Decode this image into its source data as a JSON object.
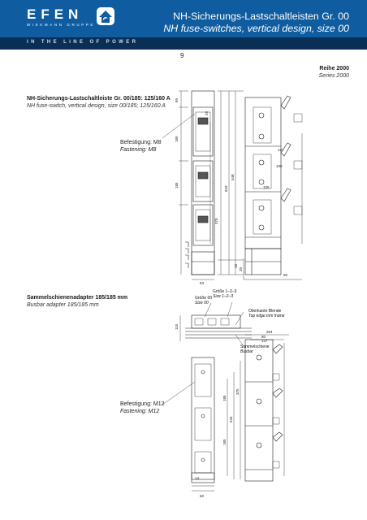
{
  "header": {
    "logo_text": "EFEN",
    "logo_subtext": "WIEKMANN GRUPPE",
    "title_de": "NH-Sicherungs-Lastschaltleisten Gr. 00",
    "title_en": "NH fuse-switches, vertical design, size 00",
    "tagline": "IN THE LINE OF POWER"
  },
  "page_number": "9",
  "series": {
    "de": "Reihe 2000",
    "en": "Series 2000"
  },
  "section1": {
    "heading_de": "NH-Sicherungs-Lastschaltleiste Gr. 00/185: 125/160 A",
    "heading_en": "NH fuse-switch, vertical design, size 00/185; 125/160 A",
    "fastening_de": "Befestigung: M8",
    "fastening_en": "Fastening: M8",
    "dims": {
      "top": "69",
      "d185a": "185",
      "d185b": "185",
      "d370": "370",
      "d548": "548",
      "d619": "619",
      "d127": "127",
      "d100": "100",
      "d29": "29",
      "d53": "53",
      "d95": "95",
      "d126": "126",
      "d10": "10",
      "d20": "20"
    }
  },
  "section2": {
    "heading_de": "Sammelschienenadapter 185/185 mm",
    "heading_en": "Busbar adapter 185/185 mm",
    "fastening_de": "Befestigung: M12",
    "fastening_en": "Fastening: M12",
    "label_size00_de": "Größe 00",
    "label_size00_en": "Size 00",
    "label_size123_de": "Größe 1–2–3",
    "label_size123_en": "Size 1–2–3",
    "label_top_edge_de": "Oberkante Blende",
    "label_top_edge_en": "Top edge trim frame",
    "label_busbar_de": "Sammelschiene",
    "label_busbar_en": "Busbar",
    "dims": {
      "d115": "115",
      "d204": "204",
      "d80": "80",
      "d127": "127",
      "d375": "375",
      "d185a": "185",
      "d185b": "185",
      "d544": "544",
      "d60": "60",
      "d14": "14"
    }
  }
}
